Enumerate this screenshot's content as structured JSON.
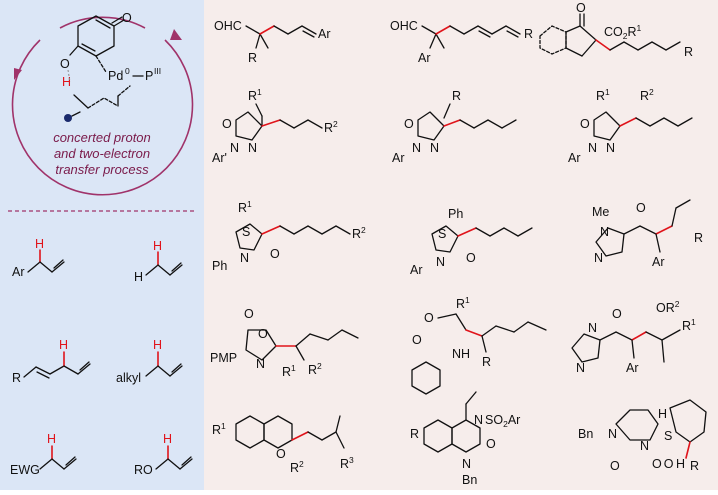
{
  "colors": {
    "left_panel_bg": "#dbe6f6",
    "right_panel_bg": "#f6edeb",
    "cycle_arrow": "#a0336a",
    "caption_text": "#7a1a4a",
    "highlight_red": "#e0141b",
    "dashed_divider": "#a0336a"
  },
  "mechanism": {
    "pd_label": "Pd",
    "pd_sup": "0",
    "p_label": "P",
    "p_sup": "III",
    "h_label": "H",
    "o_label": "O",
    "caption": [
      "concerted proton",
      "and two-electron",
      "transfer process"
    ]
  },
  "substrates": [
    {
      "id": "aryl-allyl",
      "h": "H",
      "group": "Ar"
    },
    {
      "id": "propene",
      "h": "H",
      "group": "H"
    },
    {
      "id": "pentadienyl",
      "h": "H",
      "group": "R"
    },
    {
      "id": "alkyl-allyl",
      "h": "H",
      "group": "alkyl"
    },
    {
      "id": "ewg-allyl",
      "h": "H",
      "group": "EWG"
    },
    {
      "id": "alkoxy-allyl",
      "h": "H",
      "group": "RO"
    }
  ],
  "products": {
    "r1c1": {
      "ohc": "OHC",
      "r": "R",
      "ar": "Ar"
    },
    "r1c2": {
      "ohc": "OHC",
      "ar": "Ar",
      "r": "R"
    },
    "r1c3": {
      "o": "O",
      "co2r": "CO",
      "co2r_sub": "2",
      "co2r_r": "R",
      "co2r_sup": "1",
      "r": "R"
    },
    "r2c1": {
      "r1": "R",
      "r1_sup": "1",
      "o": "O",
      "n1": "N",
      "n2": "N",
      "ar": "Ar",
      "ar_prime": "'",
      "r2": "R",
      "r2_sup": "2"
    },
    "r2c2": {
      "r": "R",
      "o": "O",
      "n1": "N",
      "n2": "N",
      "ar": "Ar"
    },
    "r2c3": {
      "r1": "R",
      "r1_sup": "1",
      "r2": "R",
      "r2_sup": "2",
      "o": "O",
      "n1": "N",
      "n2": "N",
      "ar": "Ar"
    },
    "r3c1": {
      "r1": "R",
      "r1_sup": "1",
      "s": "S",
      "n": "N",
      "o": "O",
      "ph": "Ph",
      "r2": "R",
      "r2_sup": "2"
    },
    "r3c2": {
      "ph": "Ph",
      "s": "S",
      "n": "N",
      "o": "O",
      "ar": "Ar"
    },
    "r3c3": {
      "me": "Me",
      "n1": "N",
      "n2": "N",
      "o": "O",
      "ar": "Ar",
      "r": "R"
    },
    "r4c1": {
      "o1": "O",
      "o2": "O",
      "n": "N",
      "pmp": "PMP",
      "r1": "R",
      "r1_sup": "1",
      "r2": "R",
      "r2_sup": "2"
    },
    "r4c2": {
      "r1": "R",
      "r1_sup": "1",
      "o": "O",
      "nh": "NH",
      "ph_o": "O",
      "r": "R"
    },
    "r4c3": {
      "n1": "N",
      "n2": "N",
      "o": "O",
      "or2": "OR",
      "or2_sup": "2",
      "ar": "Ar",
      "r1": "R",
      "r1_sup": "1"
    },
    "r5c1": {
      "r1": "R",
      "r1_sup": "1",
      "o": "O",
      "r2": "R",
      "r2_sup": "2",
      "r3": "R",
      "r3_sup": "3"
    },
    "r5c2": {
      "r": "R",
      "n1": "N",
      "n2": "N",
      "so2ar": "SO",
      "so2ar_sub": "2",
      "so2ar_ar": "Ar",
      "o": "O",
      "bn": "Bn"
    },
    "r5c3": {
      "bn": "Bn",
      "n1": "N",
      "n2": "N",
      "o": "O",
      "s": "S",
      "o2": "O",
      "o3": "O",
      "h1": "H",
      "h2": "H",
      "r": "R"
    }
  }
}
